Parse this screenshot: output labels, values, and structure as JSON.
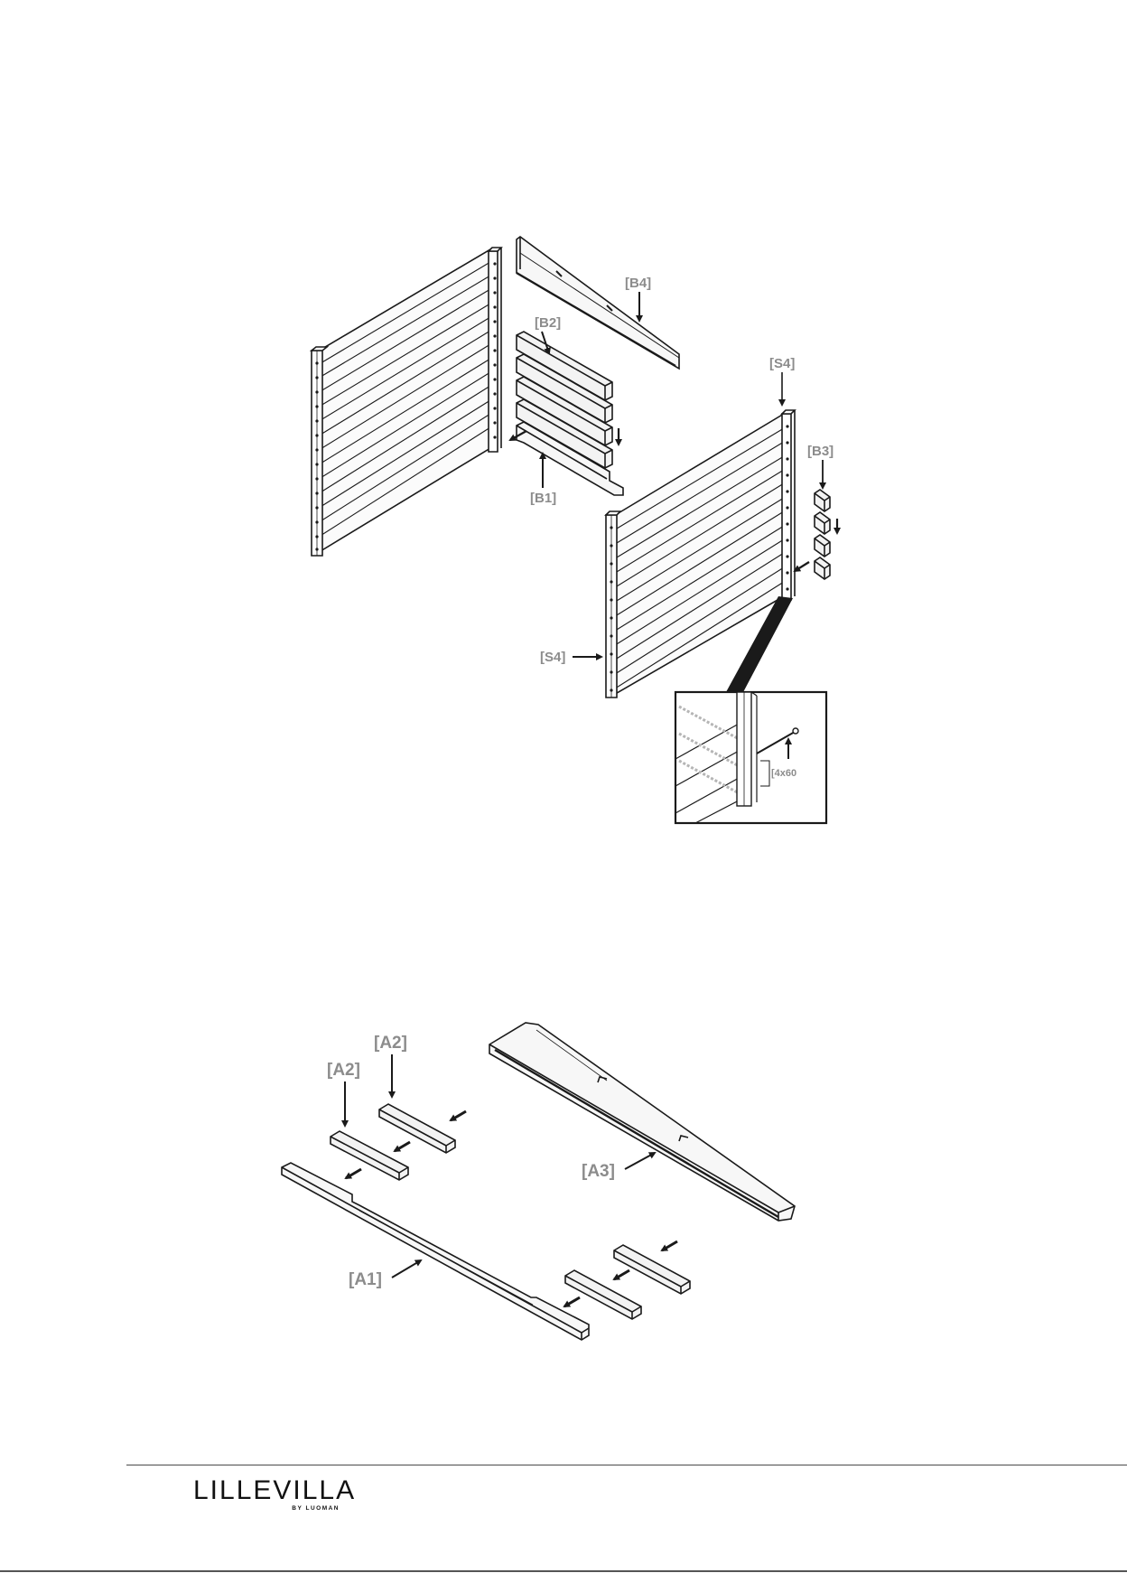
{
  "figure_top": {
    "labels": {
      "b4": "[B4]",
      "b2": "[B2]",
      "b1": "[B1]",
      "s4_top": "[S4]",
      "b3": "[B3]",
      "s4_bottom": "[S4]",
      "screw": "[4x60"
    }
  },
  "figure_bottom": {
    "labels": {
      "a2_upper": "[A2]",
      "a2_lower": "[A2]",
      "a3": "[A3]",
      "a1": "[A1]"
    }
  },
  "footer": {
    "brand": "LILLEVILLA",
    "sub": "BY LUOMAN"
  }
}
